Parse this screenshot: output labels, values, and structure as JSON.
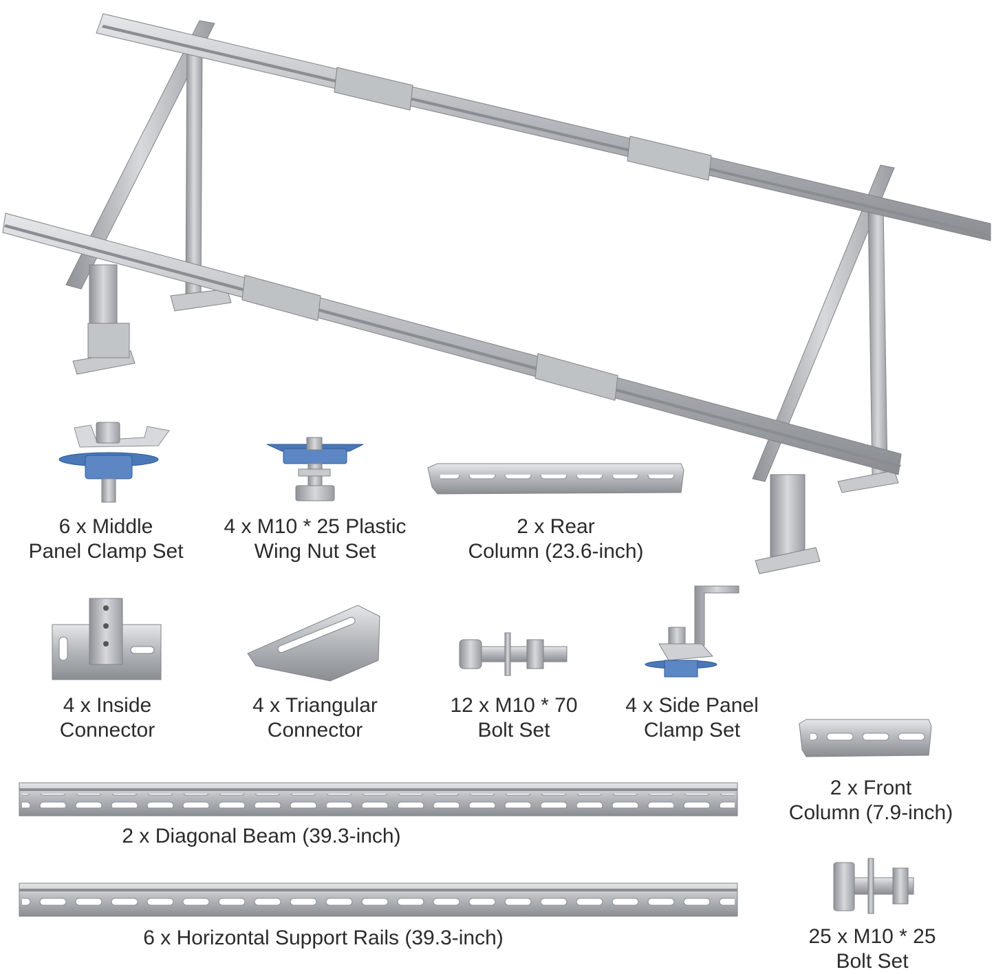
{
  "parts": {
    "middle_clamp": {
      "line1": "6 x Middle",
      "line2": "Panel Clamp Set"
    },
    "wing_nut": {
      "line1": "4 x M10 * 25 Plastic",
      "line2": "Wing Nut Set"
    },
    "rear_column": {
      "line1": "2 x Rear",
      "line2": "Column (23.6-inch)"
    },
    "inside_connector": {
      "line1": "4 x Inside",
      "line2": "Connector"
    },
    "triangular_connector": {
      "line1": "4 x Triangular",
      "line2": "Connector"
    },
    "bolt_70": {
      "line1": "12 x M10 * 70",
      "line2": "Bolt Set"
    },
    "side_clamp": {
      "line1": "4 x Side Panel",
      "line2": "Clamp Set"
    },
    "front_column": {
      "line1": "2 x Front",
      "line2": "Column (7.9-inch)"
    },
    "diagonal_beam": {
      "line1": "2 x Diagonal Beam (39.3-inch)"
    },
    "horizontal_rails": {
      "line1": "6 x Horizontal Support Rails (39.3-inch)"
    },
    "bolt_25": {
      "line1": "25 x M10 * 25",
      "line2": "Bolt Set"
    }
  },
  "colors": {
    "steel": "#b9bcc0",
    "steel_dark": "#8d9095",
    "steel_light": "#dfe1e3",
    "washer_blue": "#4a78b8"
  }
}
